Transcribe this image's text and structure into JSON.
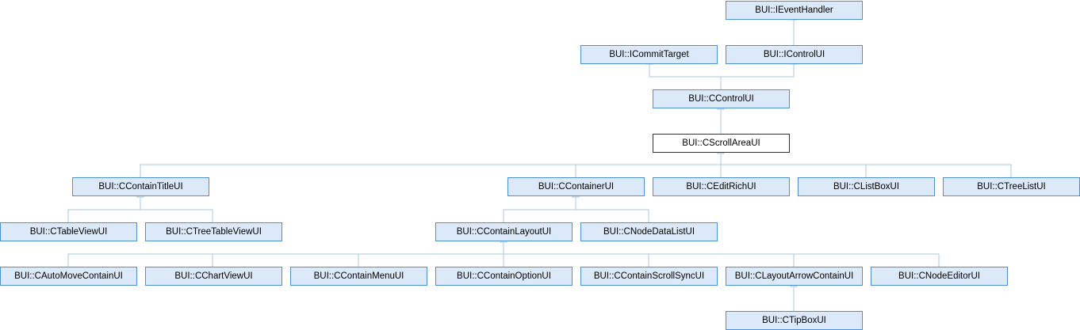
{
  "nodes": {
    "ieventhandler": "BUI::IEventHandler",
    "icommittarget": "BUI::ICommitTarget",
    "icontrolui": "BUI::IControlUI",
    "ccontrolui": "BUI::CControlUI",
    "cscrollareaui": "BUI::CScrollAreaUI",
    "ccontaintitleui": "BUI::CContainTitleUI",
    "ccontainerui": "BUI::CContainerUI",
    "ceditrichui": "BUI::CEditRichUI",
    "clistboxui": "BUI::CListBoxUI",
    "ctreelistui": "BUI::CTreeListUI",
    "ctableviewui": "BUI::CTableViewUI",
    "ctreetableviewui": "BUI::CTreeTableViewUI",
    "ccontainlayoutui": "BUI::CContainLayoutUI",
    "cnodedatalistui": "BUI::CNodeDataListUI",
    "cautomovecontainui": "BUI::CAutoMoveContainUI",
    "cchartviewui": "BUI::CChartViewUI",
    "ccontainmenuui": "BUI::CContainMenuUI",
    "ccontainoptionui": "BUI::CContainOptionUI",
    "ccontainscrollsyncui": "BUI::CContainScrollSyncUI",
    "clayoutarrowcontainui": "BUI::CLayoutArrowContainUI",
    "cnodeeditorui": "BUI::CNodeEditorUI",
    "ctipboxui": "BUI::CTipBoxUI"
  },
  "colors": {
    "node_fill": "#dce9f8",
    "node_border": "#4d8fd9",
    "edge": "#a8c8de",
    "current_border": "#333333"
  }
}
